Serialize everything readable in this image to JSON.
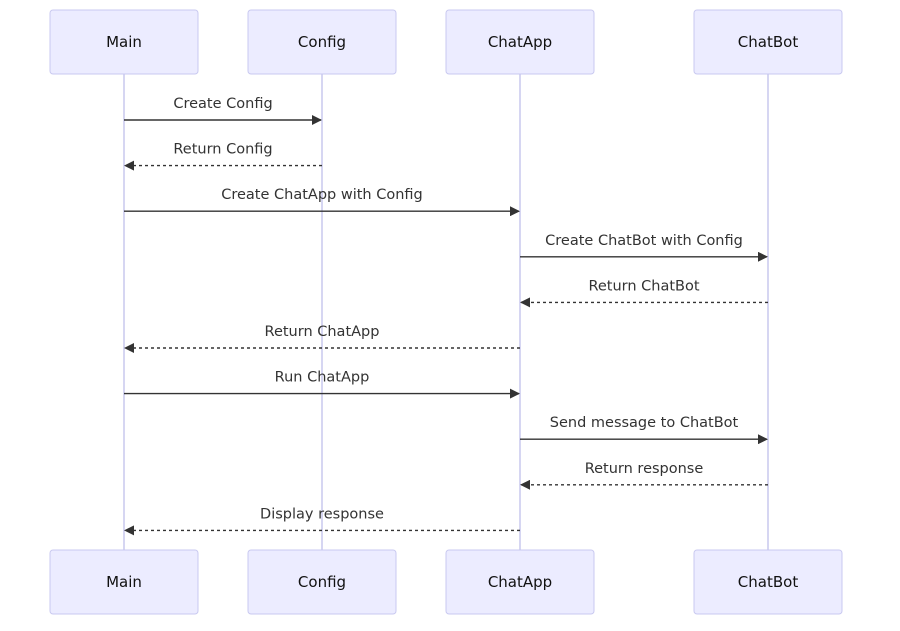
{
  "participants": [
    {
      "id": "main",
      "label": "Main"
    },
    {
      "id": "config",
      "label": "Config"
    },
    {
      "id": "chatapp",
      "label": "ChatApp"
    },
    {
      "id": "chatbot",
      "label": "ChatBot"
    }
  ],
  "messages": [
    {
      "from": "main",
      "to": "config",
      "label": "Create Config",
      "style": "solid"
    },
    {
      "from": "config",
      "to": "main",
      "label": "Return Config",
      "style": "dashed"
    },
    {
      "from": "main",
      "to": "chatapp",
      "label": "Create ChatApp with Config",
      "style": "solid"
    },
    {
      "from": "chatapp",
      "to": "chatbot",
      "label": "Create ChatBot with Config",
      "style": "solid"
    },
    {
      "from": "chatbot",
      "to": "chatapp",
      "label": "Return ChatBot",
      "style": "dashed"
    },
    {
      "from": "chatapp",
      "to": "main",
      "label": "Return ChatApp",
      "style": "dashed"
    },
    {
      "from": "main",
      "to": "chatapp",
      "label": "Run ChatApp",
      "style": "solid"
    },
    {
      "from": "chatapp",
      "to": "chatbot",
      "label": "Send message to ChatBot",
      "style": "solid"
    },
    {
      "from": "chatbot",
      "to": "chatapp",
      "label": "Return response",
      "style": "dashed"
    },
    {
      "from": "chatapp",
      "to": "main",
      "label": "Display response",
      "style": "dashed"
    }
  ],
  "colors": {
    "actor_fill": "#ECECFF",
    "actor_border": "#C9C9F0",
    "lifeline": "#C8C8EE",
    "arrow": "#333333"
  }
}
